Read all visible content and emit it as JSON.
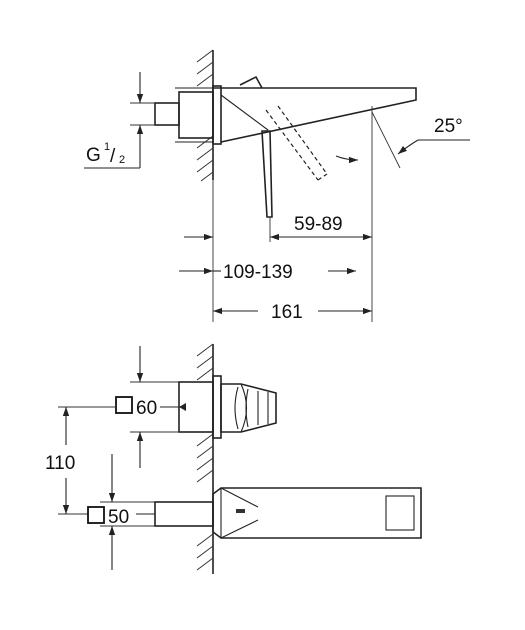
{
  "side_view": {
    "thread_label_main": "G",
    "thread_label_num": "1",
    "thread_label_den": "2",
    "angle_label": "25°",
    "dim_spout_reach": "59-89",
    "dim_projection": "109-139",
    "dim_total_length": "161"
  },
  "top_view": {
    "handle_box_label": "60",
    "spout_box_label": "50",
    "dim_vertical": "110"
  }
}
